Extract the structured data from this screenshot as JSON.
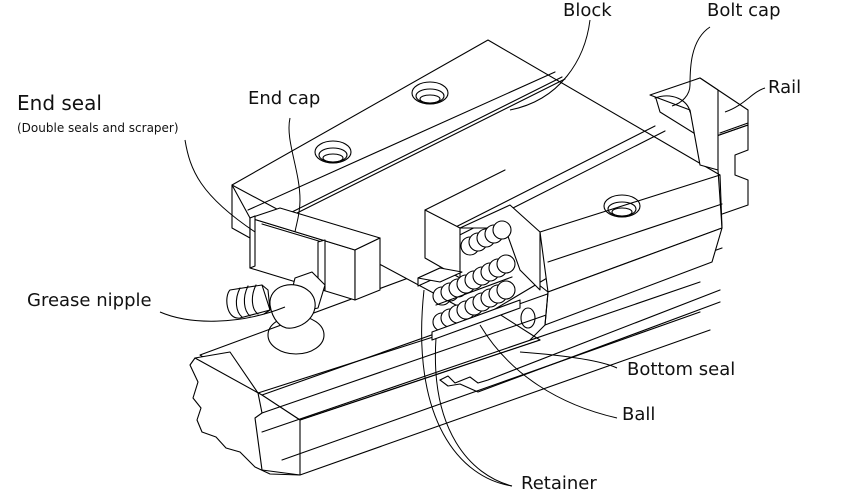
{
  "diagram": {
    "subject": "Linear guide block and rail assembly",
    "labels": {
      "end_seal": "End seal",
      "end_seal_note": "(Double seals and scraper)",
      "end_cap": "End cap",
      "block": "Block",
      "bolt_cap": "Bolt cap",
      "rail": "Rail",
      "grease_nipple": "Grease nipple",
      "bottom_seal": "Bottom seal",
      "ball": "Ball",
      "retainer": "Retainer"
    },
    "colors": {
      "line": "#000000",
      "background": "#ffffff",
      "text": "#111111"
    }
  }
}
